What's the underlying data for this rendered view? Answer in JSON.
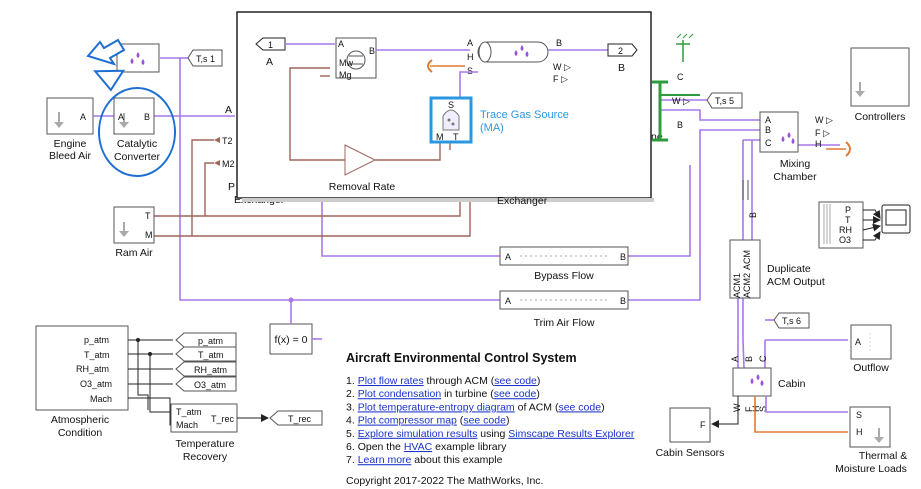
{
  "colors": {
    "thermal_liquid": "#a978e8",
    "physical_signal": "#a0645c",
    "highlight": "#1f6fd1",
    "link": "#1a33cc",
    "trace_gas": "#2a98e0",
    "heat": "#e07a30"
  },
  "blocks": {
    "engine_bleed_air": "Engine\nBleed Air",
    "catalytic_converter": "Catalytic\nConverter",
    "ram_air": "Ram Air",
    "exchanger_left_partial": "Exchanger",
    "exchanger_left_prefix": "P",
    "exchanger_right": "Exchanger",
    "turbine_partial": "ne",
    "controllers": "Controllers",
    "mixing_chamber": "Mixing\nChamber",
    "duplicate_acm_output": "Duplicate\nACM Output",
    "bypass_flow": "Bypass Flow",
    "trim_air_flow": "Trim Air Flow",
    "fx_solver": "f(x) = 0",
    "atmospheric_condition": "Atmospheric\nCondition",
    "temperature_recovery": "Temperature\nRecovery",
    "cabin": "Cabin",
    "outflow": "Outflow",
    "cabin_sensors": "Cabin Sensors",
    "thermal_moisture_loads": "Thermal &\nMoisture Loads"
  },
  "goto_tags": {
    "ts1": "T,s 1",
    "ts5": "T,s 5",
    "ts6": "T,s 6",
    "p_atm": "p_atm",
    "t_atm": "T_atm",
    "rh_atm": "RH_atm",
    "o3_atm": "O3_atm",
    "t_rec": "T_rec"
  },
  "ports": {
    "A": "A",
    "B": "B",
    "C": "C",
    "H": "H",
    "S": "S",
    "T": "T",
    "M": "M",
    "P": "P",
    "RH": "RH",
    "O3": "O3",
    "F": "F",
    "W": "W",
    "T2": "T2",
    "M2": "M2",
    "ACM": "ACM",
    "ACM1": "ACM1",
    "ACM2": "ACM2",
    "p_atm": "p_atm",
    "T_atm": "T_atm",
    "RH_atm": "RH_atm",
    "O3_atm": "O3_atm",
    "Mach": "Mach",
    "T_rec": "T_rec",
    "Mw": "Mw",
    "Mg": "Mg"
  },
  "subsystem_popup": {
    "in_port_num": "1",
    "in_port_label": "A",
    "out_port_num": "2",
    "out_port_label": "B",
    "trace_gas_source": "Trace Gas Source\n(MA)",
    "removal_rate": "Removal Rate"
  },
  "info": {
    "title": "Aircraft Environmental Control System",
    "items": [
      {
        "num": "1.",
        "parts": [
          {
            "t": "Plot flow rates",
            "link": true
          },
          {
            "t": " through ACM (",
            "link": false
          },
          {
            "t": "see code",
            "link": true
          },
          {
            "t": ")",
            "link": false
          }
        ]
      },
      {
        "num": "2.",
        "parts": [
          {
            "t": "Plot condensation",
            "link": true
          },
          {
            "t": " in turbine (",
            "link": false
          },
          {
            "t": "see code",
            "link": true
          },
          {
            "t": ")",
            "link": false
          }
        ]
      },
      {
        "num": "3.",
        "parts": [
          {
            "t": "Plot temperature-entropy diagram",
            "link": true
          },
          {
            "t": " of ACM (",
            "link": false
          },
          {
            "t": "see code",
            "link": true
          },
          {
            "t": ")",
            "link": false
          }
        ]
      },
      {
        "num": "4.",
        "parts": [
          {
            "t": "Plot compressor map",
            "link": true
          },
          {
            "t": " (",
            "link": false
          },
          {
            "t": "see code",
            "link": true
          },
          {
            "t": ")",
            "link": false
          }
        ]
      },
      {
        "num": "5.",
        "parts": [
          {
            "t": "Explore simulation results",
            "link": true
          },
          {
            "t": " using ",
            "link": false
          },
          {
            "t": "Simscape Results Explorer",
            "link": true
          }
        ]
      },
      {
        "num": "6.",
        "parts": [
          {
            "t": "Open the ",
            "link": false
          },
          {
            "t": "HVAC",
            "link": true
          },
          {
            "t": " example library",
            "link": false
          }
        ]
      },
      {
        "num": "7.",
        "parts": [
          {
            "t": "Learn more",
            "link": true
          },
          {
            "t": " about this example",
            "link": false
          }
        ]
      }
    ],
    "copyright": "Copyright 2017-2022 The MathWorks, Inc."
  }
}
